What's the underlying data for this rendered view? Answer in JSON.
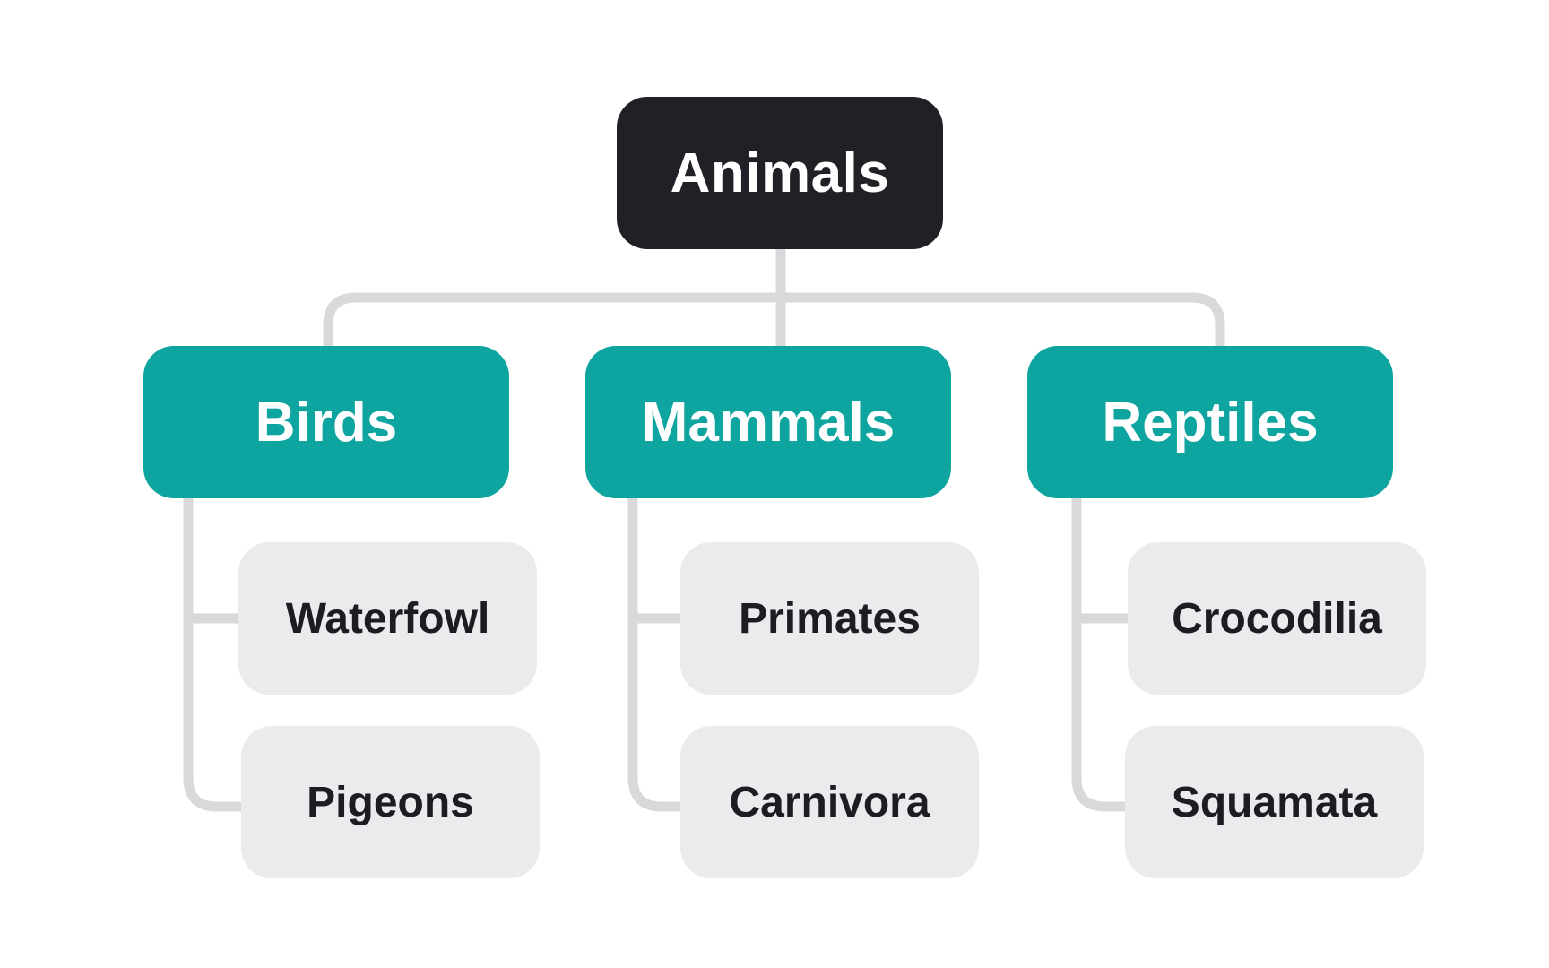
{
  "colors": {
    "root_fill": "#202127",
    "root_text": "#ffffff",
    "category_fill": "#0ea5a0",
    "category_text": "#ffffff",
    "leaf_fill": "#ebebed",
    "leaf_text": "#1c1d22",
    "connector": "#d9d9db",
    "background": "#ffffff"
  },
  "root": {
    "label": "Animals"
  },
  "categories": [
    {
      "label": "Birds",
      "children": [
        {
          "label": "Waterfowl"
        },
        {
          "label": "Pigeons"
        }
      ]
    },
    {
      "label": "Mammals",
      "children": [
        {
          "label": "Primates"
        },
        {
          "label": "Carnivora"
        }
      ]
    },
    {
      "label": "Reptiles",
      "children": [
        {
          "label": "Crocodilia"
        },
        {
          "label": "Squamata"
        }
      ]
    }
  ]
}
